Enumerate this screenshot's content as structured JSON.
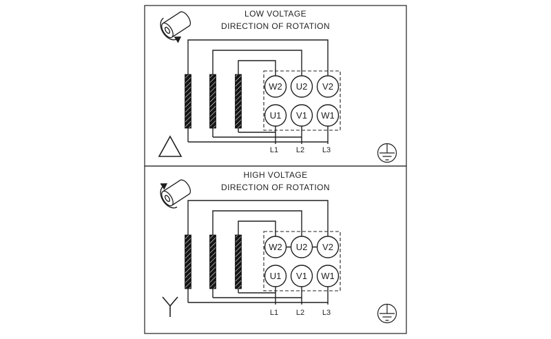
{
  "page": {
    "background": "#ffffff",
    "line_color": "#1f1f1f"
  },
  "panels": [
    {
      "title": "LOW VOLTAGE",
      "subtitle": "DIRECTION OF ROTATION",
      "connection": "delta",
      "terminals_top": [
        "W2",
        "U2",
        "V2"
      ],
      "terminals_bottom": [
        "U1",
        "V1",
        "W1"
      ],
      "supply_lines": [
        "L1",
        "L2",
        "L3"
      ],
      "icons": [
        "rotation-direction-motor-icon",
        "delta-connection-icon",
        "protective-earth-icon"
      ]
    },
    {
      "title": "HIGH VOLTAGE",
      "subtitle": "DIRECTION OF ROTATION",
      "connection": "wye",
      "terminals_top": [
        "W2",
        "U2",
        "V2"
      ],
      "terminals_bottom": [
        "U1",
        "V1",
        "W1"
      ],
      "supply_lines": [
        "L1",
        "L2",
        "L3"
      ],
      "icons": [
        "rotation-direction-motor-icon",
        "wye-connection-icon",
        "protective-earth-icon"
      ]
    }
  ]
}
